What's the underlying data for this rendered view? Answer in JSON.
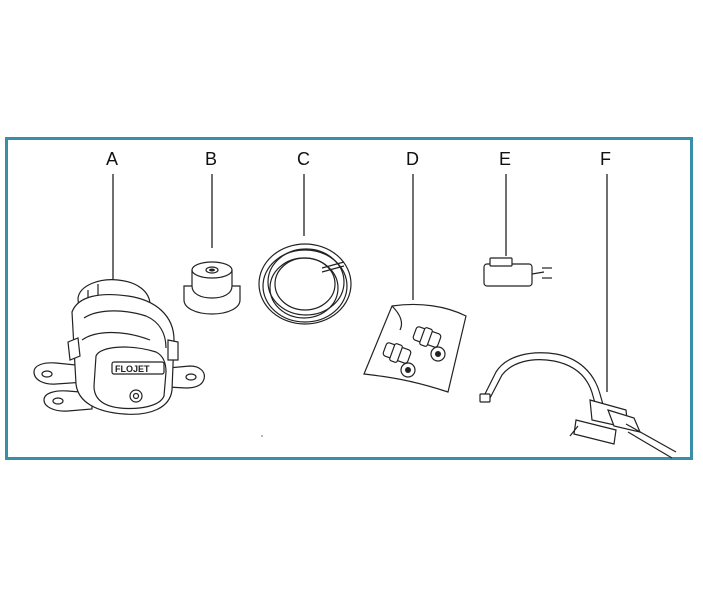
{
  "border_color": "#3a8fa8",
  "parts": [
    {
      "label": "A",
      "icon": "pump-icon"
    },
    {
      "label": "B",
      "icon": "filter-cap-icon"
    },
    {
      "label": "C",
      "icon": "tubing-coil-icon"
    },
    {
      "label": "D",
      "icon": "fittings-bag-icon"
    },
    {
      "label": "E",
      "icon": "power-adapter-icon"
    },
    {
      "label": "F",
      "icon": "faucet-icon"
    }
  ],
  "pump_brand": "FLOJET"
}
